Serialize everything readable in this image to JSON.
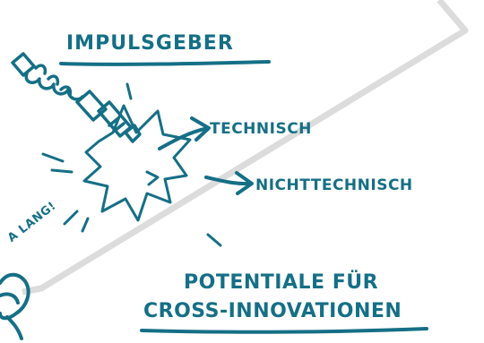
{
  "title": "IMPULSGEBER",
  "branches": [
    {
      "label": "TECHNISCH"
    },
    {
      "label": "NICHTTECHNISCH"
    }
  ],
  "result": {
    "line1": "POTENTIALE FÜR",
    "line2": "CROSS-INNOVATIONEN"
  },
  "fragment": "A LANG!",
  "colors": {
    "ink": "#156f86",
    "paper": "#ffffff",
    "frame": "#d9d9d9"
  },
  "icons": [
    "spark-plug-icon",
    "explosion-icon",
    "arrow-right-icon",
    "hand-icon"
  ]
}
